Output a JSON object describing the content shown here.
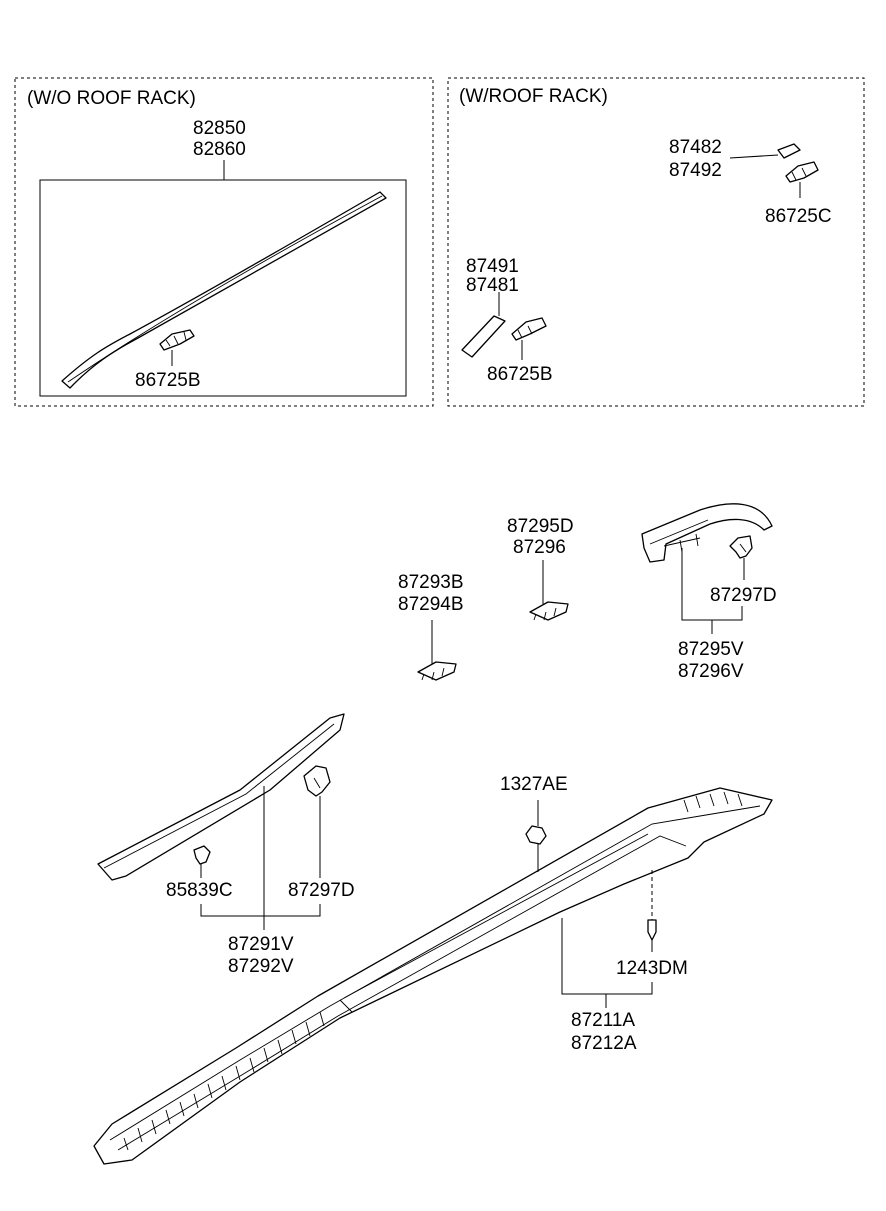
{
  "sections": {
    "without_roof_rack": "(W/O ROOF RACK)",
    "with_roof_rack": "(W/ROOF RACK)"
  },
  "part_numbers": {
    "p82850": "82850",
    "p82860": "82860",
    "p86725B_left": "86725B",
    "p87482": "87482",
    "p87492": "87492",
    "p86725C": "86725C",
    "p87491": "87491",
    "p87481": "87481",
    "p86725B_right": "86725B",
    "p87295D": "87295D",
    "p87296": "87296",
    "p87293B": "87293B",
    "p87294B": "87294B",
    "p87297D_top": "87297D",
    "p87295V": "87295V",
    "p87296V": "87296V",
    "p1327AE": "1327AE",
    "p85839C": "85839C",
    "p87297D_bottom": "87297D",
    "p87291V": "87291V",
    "p87292V": "87292V",
    "p1243DM": "1243DM",
    "p87211A": "87211A",
    "p87212A": "87212A"
  }
}
